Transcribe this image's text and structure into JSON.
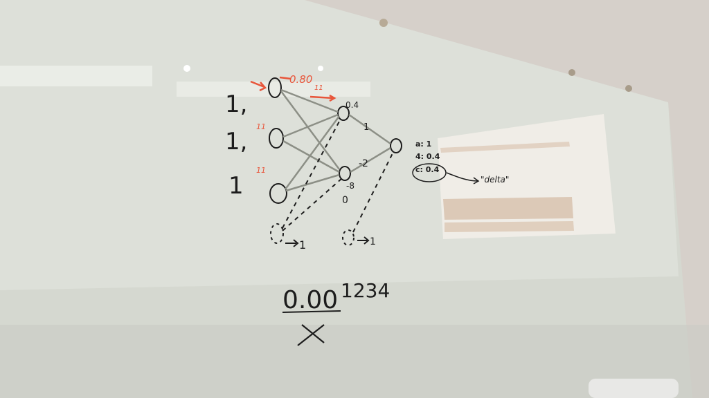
{
  "scene": {
    "description_type": "photo of a glass whiteboard with a hand-drawn neural network diagram",
    "colors": {
      "wall": "#d8d3cd",
      "glass": "#d6d9d2",
      "glass_light": "#e3e6df",
      "ink_black": "#1c1c1c",
      "ink_red": "#e8553a",
      "projection": "#efece6",
      "projection_band": "#d9c7b4"
    }
  },
  "whiteboard": {
    "inputs_column": [
      "1,",
      "1,",
      "1"
    ],
    "red_annotations": [
      "0.80",
      "11",
      "11",
      "11"
    ],
    "node_labels": {
      "hidden_top": "0.4",
      "hidden_bottom_weight": "-2",
      "hidden_bottom_sub": "-8",
      "hidden_bottom_value": "0",
      "output_weight": "1"
    },
    "bias_labels": [
      "1",
      "1"
    ],
    "legend": {
      "line1": "a: 1",
      "line2": "4: 0.4",
      "line3": "c: 0.4",
      "callout": "\"delta\""
    },
    "number": {
      "underlined": "0.00",
      "rest": "1234"
    },
    "cross": "X"
  }
}
